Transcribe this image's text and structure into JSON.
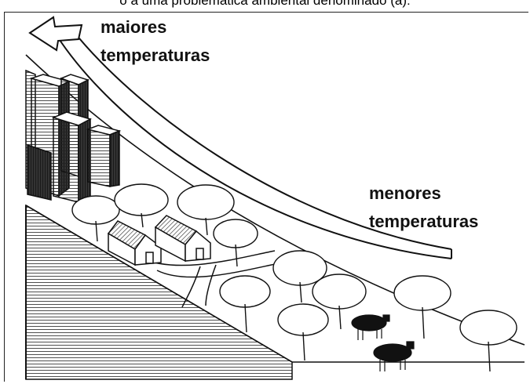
{
  "caption": "o a uma problemática ambiental denominado (a):",
  "labels": {
    "hot_line1": "maiores",
    "hot_line2": "temperaturas",
    "cool_line1": "menores",
    "cool_line2": "temperaturas"
  }
}
